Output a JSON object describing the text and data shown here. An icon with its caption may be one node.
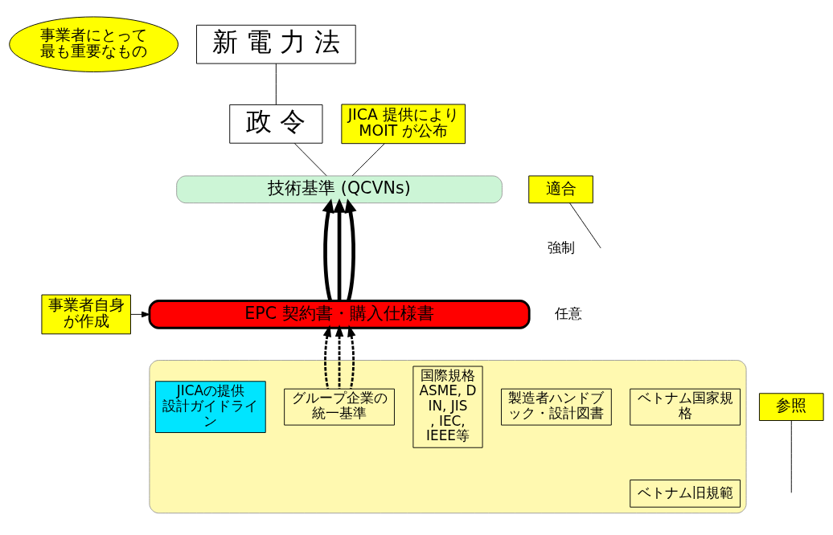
{
  "diagram": {
    "nodes": [
      {
        "text": [
          "新 電 力 法"
        ]
      },
      {
        "text": [
          "政 令"
        ]
      },
      {
        "text": [
          "技術基準 (QCVNs)"
        ]
      },
      {
        "text": [
          "EPC 契約書・購入仕様書"
        ]
      },
      {
        "text": [
          "事業者自身が作成"
        ]
      },
      {
        "text": [
          "事業者にとって最も重要なもの"
        ]
      },
      {
        "text": [
          "JICA 提供により MOIT が公布"
        ]
      },
      {
        "text": [
          "適合"
        ]
      },
      {
        "text": [
          "参照"
        ]
      },
      {
        "text": [],
        "shape": "box"
      },
      {
        "text": [
          "ベトナム国家規格"
        ],
        "in": 9
      },
      {
        "text": [
          "製造者ハンドブック・設計図書"
        ],
        "in": 9
      },
      {
        "text": [
          "国際規格",
          "ASME, DIN, JIS, IEC, IEEE等"
        ],
        "in": 9
      },
      {
        "text": [
          "グループ企業の統一基準"
        ],
        "in": 9
      },
      {
        "text": [
          "JICAの提供設計ガイドライン"
        ],
        "in": 9
      },
      {
        "text": [
          "ベトナム旧規範"
        ],
        "in": 9
      }
    ],
    "edges": [
      {
        "from": 0,
        "to": 1,
        "arrow": "none"
      },
      {
        "from": 1,
        "to": 2,
        "arrow": "none"
      },
      {
        "from": 3,
        "to": 2,
        "arrow": "to",
        "style": "thick"
      },
      {
        "from": 3,
        "to": 2,
        "arrow": "to",
        "style": "thick"
      },
      {
        "from": 3,
        "to": 2,
        "arrow": "to",
        "style": "thick"
      },
      {
        "from": 9,
        "to": 3,
        "arrow": "to",
        "style": "dashed"
      },
      {
        "from": 9,
        "to": 3,
        "arrow": "to",
        "style": "dashed"
      },
      {
        "from": 9,
        "to": 3,
        "arrow": "to",
        "style": "dashed"
      },
      {
        "from": 4,
        "to": 3,
        "arrow": "to"
      },
      {
        "from": 6,
        "to": 2,
        "arrow": "none"
      },
      {
        "from": 7,
        "to": null,
        "arrow": "none"
      },
      {
        "from": 8,
        "to": null,
        "arrow": "none"
      }
    ],
    "labels": [
      "強制",
      "任意"
    ]
  }
}
